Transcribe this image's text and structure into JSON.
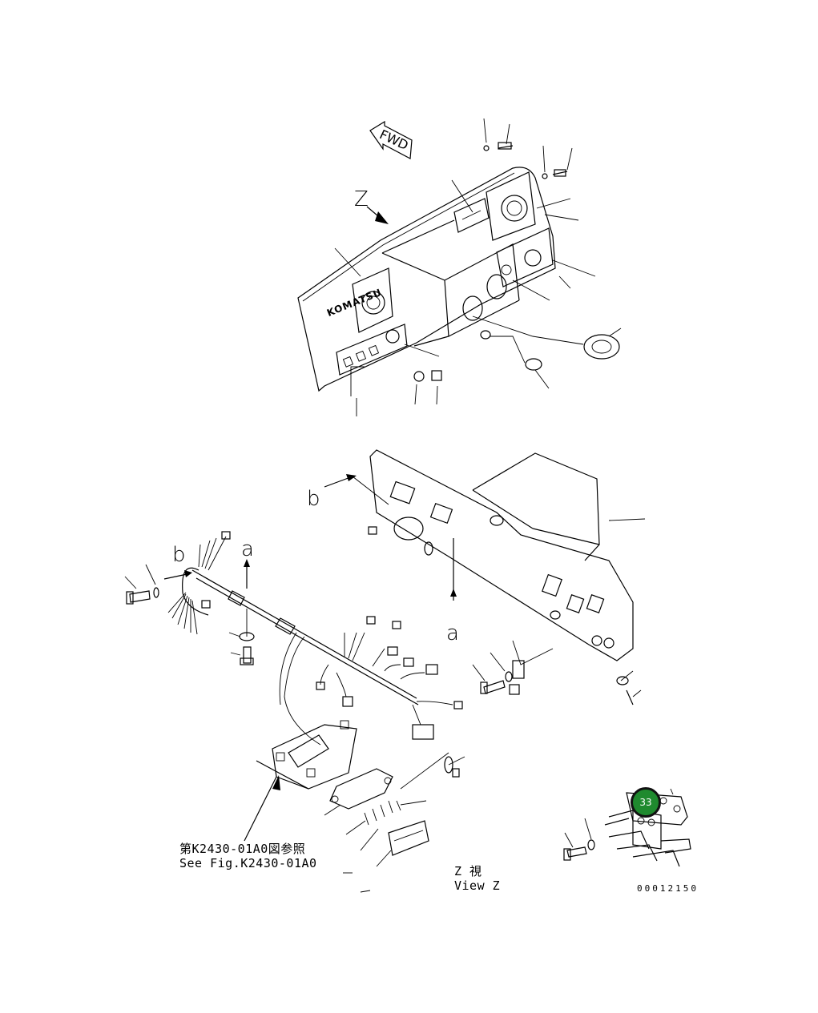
{
  "labels": {
    "fwd": "FWD",
    "view_letter_z": "Z",
    "arrow_b_upper": "b",
    "arrow_b_lower": "b",
    "arrow_a_upper": "a",
    "arrow_a_lower": "a",
    "brand": "KOMATSU",
    "see_fig_jp": "第K2430-01A0図参照",
    "see_fig_en": "See Fig.K2430-01A0",
    "view_z_jp": "Z  視",
    "view_z_en": "View Z",
    "drawing_number": "00012150"
  },
  "callout": {
    "number": "33",
    "color": "#1f8a2e"
  }
}
